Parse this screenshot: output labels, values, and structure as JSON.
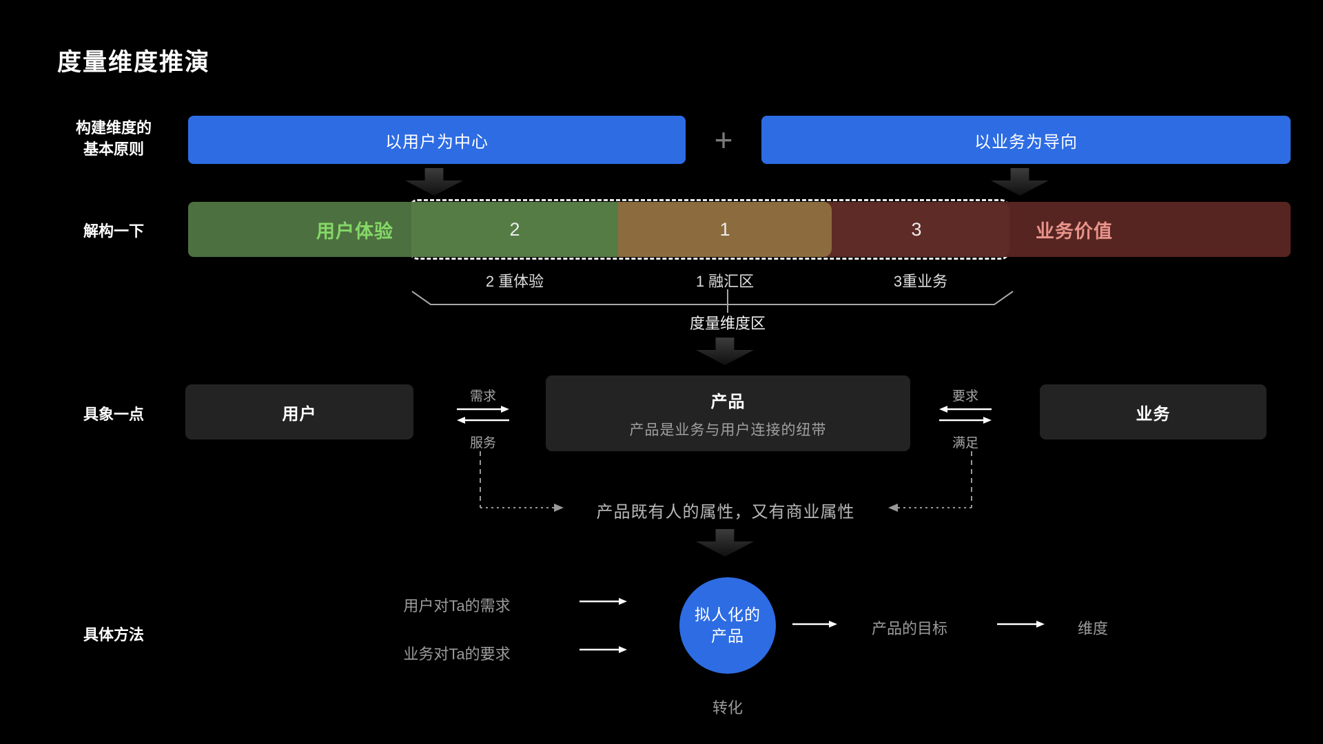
{
  "title": "度量维度推演",
  "principles": {
    "label_line1": "构建维度的",
    "label_line2": "基本原则",
    "bar_user": "以用户为中心",
    "plus": "+",
    "bar_business": "以业务为导向"
  },
  "deconstruct": {
    "label": "解构一下",
    "segment_user_exp": "用户体验",
    "segment_2": "2",
    "segment_1": "1",
    "segment_3": "3",
    "segment_business_value": "业务价值",
    "caption_2": "2 重体验",
    "caption_1": "1 融汇区",
    "caption_3": "3重业务",
    "bracket_label": "度量维度区"
  },
  "concrete": {
    "label": "具象一点",
    "user_box": "用户",
    "demand": "需求",
    "serve": "服务",
    "product_title": "产品",
    "product_subtitle": "产品是业务与用户连接的纽带",
    "require": "要求",
    "satisfy": "满足",
    "business_box": "业务",
    "dual_attribute": "产品既有人的属性，又有商业属性"
  },
  "method": {
    "label": "具体方法",
    "user_demand": "用户对Ta的需求",
    "business_require": "业务对Ta的要求",
    "circle_line1": "拟人化的",
    "circle_line2": "产品",
    "product_goal": "产品的目标",
    "dimension": "维度",
    "transform": "转化"
  },
  "colors": {
    "accent_blue": "#2d6ce3",
    "green_dark": "#4d7040",
    "green_mid": "#567c46",
    "brown": "#8c6c3e",
    "maroon_mid": "#5f2b27",
    "maroon_dark": "#562421",
    "text_green": "#85d867",
    "text_red": "#e8938b"
  }
}
